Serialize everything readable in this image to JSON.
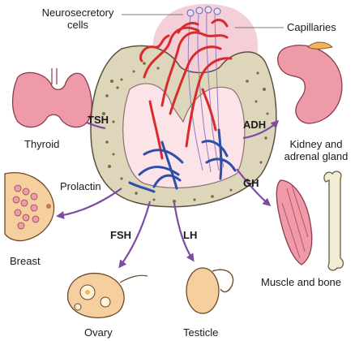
{
  "labels": {
    "neurosecretory": "Neurosecretory\ncells",
    "capillaries": "Capillaries",
    "tsh": "TSH",
    "thyroid": "Thyroid",
    "adh": "ADH",
    "kidney": "Kidney and\nadrenal gland",
    "prolactin": "Prolactin",
    "gh": "GH",
    "breast": "Breast",
    "fsh": "FSH",
    "lh": "LH",
    "muscle_bone": "Muscle and bone",
    "ovary": "Ovary",
    "testicle": "Testicle"
  },
  "colors": {
    "pituitary_capsule": "#ddd6bb",
    "hypothalamus": "#f5cfd8",
    "anterior_lobe": "#fbe3e8",
    "artery_red": "#d92b2b",
    "vein_blue": "#2e4fa8",
    "arrow_purple": "#7d4ba3",
    "organ_pink": "#ef9aa8",
    "skin_peach": "#f6cf9f",
    "bone": "#f1ecd6"
  }
}
